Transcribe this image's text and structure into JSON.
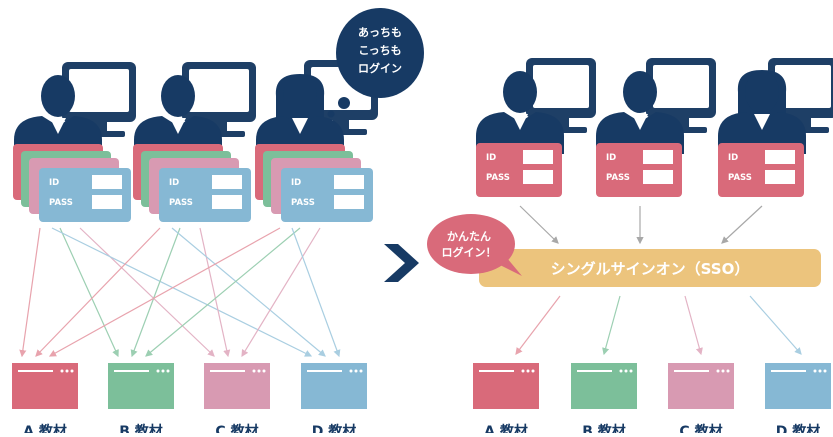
{
  "colors": {
    "navy": "#173a64",
    "monitor": "#1e3f66",
    "red": "#d96a7a",
    "green": "#7cbf9a",
    "pink": "#d89ab2",
    "blue": "#86b8d4",
    "sso": "#ecc47d",
    "arrow_red": "#e8a3ad",
    "arrow_green": "#9ccfb2",
    "arrow_pink": "#e3b3c5",
    "arrow_blue": "#a9cee1",
    "arrow_gray": "#a8a8a8"
  },
  "left": {
    "users": [
      {
        "card": {
          "id_label": "ID",
          "pass_label": "PASS"
        }
      },
      {
        "card": {
          "id_label": "ID",
          "pass_label": "PASS"
        }
      },
      {
        "card": {
          "id_label": "ID",
          "pass_label": "PASS"
        },
        "bubble": [
          "あっちも",
          "こっちも",
          "ログイン"
        ]
      }
    ],
    "materials": [
      {
        "label": "A 教材",
        "color": "red"
      },
      {
        "label": "B 教材",
        "color": "green"
      },
      {
        "label": "C 教材",
        "color": "pink"
      },
      {
        "label": "D 教材",
        "color": "blue"
      }
    ]
  },
  "arrow_icon": "chevron-right-icon",
  "right": {
    "users": [
      {
        "card": {
          "id_label": "ID",
          "pass_label": "PASS"
        }
      },
      {
        "card": {
          "id_label": "ID",
          "pass_label": "PASS"
        }
      },
      {
        "card": {
          "id_label": "ID",
          "pass_label": "PASS"
        }
      }
    ],
    "bubble": [
      "かんたん",
      "ログイン！"
    ],
    "sso_label": "シングルサインオン（SSO）",
    "materials": [
      {
        "label": "A 教材",
        "color": "red"
      },
      {
        "label": "B 教材",
        "color": "green"
      },
      {
        "label": "C 教材",
        "color": "pink"
      },
      {
        "label": "D 教材",
        "color": "blue"
      }
    ]
  }
}
